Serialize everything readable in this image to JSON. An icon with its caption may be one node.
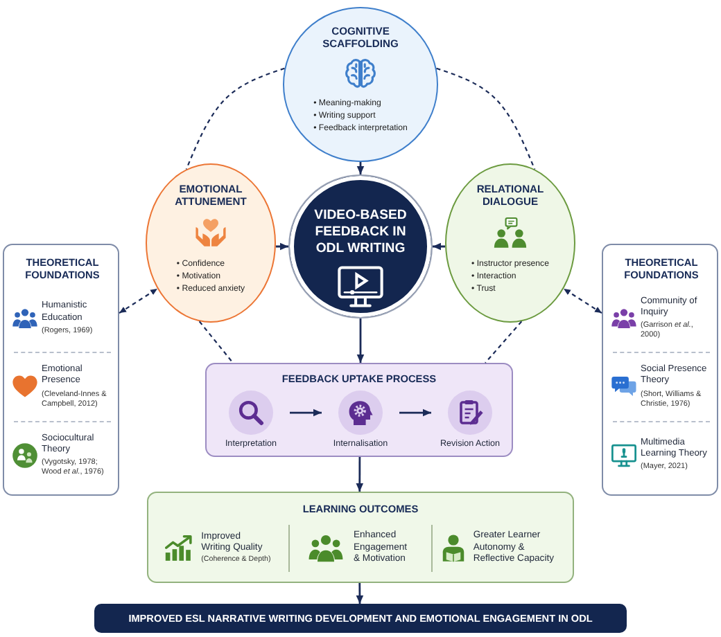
{
  "diagram": {
    "nodes": [
      {
        "text": [
          "COGNITIVE SCAFFOLDING",
          "• Meaning-making",
          "• Writing support",
          "• Feedback interpretation"
        ]
      },
      {
        "text": [
          "EMOTIONAL ATTUNEMENT",
          "• Confidence",
          "• Motivation",
          "• Reduced anxiety"
        ]
      },
      {
        "text": [
          "VIDEO-BASED FEEDBACK IN ODL WRITING"
        ]
      },
      {
        "text": [
          "RELATIONAL DIALOGUE",
          "• Instructor presence",
          "• Interaction",
          "• Trust"
        ]
      },
      {
        "text": [
          "THEORETICAL FOUNDATIONS",
          "Humanistic Education",
          "(Rogers, 1969)",
          "Emotional Presence",
          "(Cleveland-Innes & Campbell, 2012)",
          "Sociocultural Theory",
          "(Vygotsky, 1978; Wood *et al.*, 1976)"
        ]
      },
      {
        "text": [
          "THEORETICAL FOUNDATIONS",
          "Community of Inquiry",
          "(Garrison *et al.*, 2000)",
          "Social Presence Theory",
          "(Short, Williams & Christie, 1976)",
          "Multimedia Learning Theory",
          "(Mayer, 2021)"
        ]
      },
      {
        "text": [
          "FEEDBACK UPTAKE PROCESS"
        ]
      },
      {
        "text": [
          "Interpretation"
        ],
        "in": 6
      },
      {
        "text": [
          "Internalisation"
        ],
        "in": 6
      },
      {
        "text": [
          "Revision Action"
        ],
        "in": 6
      },
      {
        "text": [
          "LEARNING OUTCOMES",
          "Improved Writing Quality",
          "(Coherence & Depth)",
          "Enhanced Engagement & Motivation",
          "Greater Learner Autonomy & Reflective Capacity"
        ]
      },
      {
        "text": [
          "IMPROVED ESL NARRATIVE WRITING DEVELOPMENT AND EMOTIONAL ENGAGEMENT IN ODL"
        ]
      }
    ],
    "edges": [
      {
        "from": 0,
        "to": 2,
        "arrow": "to"
      },
      {
        "from": 1,
        "to": 2,
        "arrow": "to"
      },
      {
        "from": 3,
        "to": 2,
        "arrow": "to"
      },
      {
        "from": 2,
        "to": 6,
        "arrow": "to"
      },
      {
        "from": 6,
        "to": 10,
        "arrow": "to"
      },
      {
        "from": 10,
        "to": 11,
        "arrow": "to"
      },
      {
        "from": 7,
        "to": 8,
        "arrow": "to"
      },
      {
        "from": 8,
        "to": 9,
        "arrow": "to"
      },
      {
        "from": 0,
        "to": 1,
        "arrow": "none",
        "style": "dashed"
      },
      {
        "from": 0,
        "to": 3,
        "arrow": "none",
        "style": "dashed"
      },
      {
        "from": 4,
        "to": 1,
        "arrow": "both",
        "style": "dashed"
      },
      {
        "from": 5,
        "to": 3,
        "arrow": "both",
        "style": "dashed"
      },
      {
        "from": 1,
        "to": 6,
        "arrow": "none",
        "style": "dashed"
      },
      {
        "from": 3,
        "to": 6,
        "arrow": "none",
        "style": "dashed"
      }
    ]
  }
}
